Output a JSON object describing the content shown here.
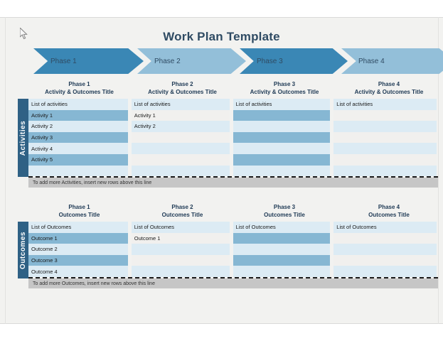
{
  "document": {
    "title": "Work Plan Template"
  },
  "phases": [
    {
      "label": "Phase 1",
      "tone": "dark"
    },
    {
      "label": "Phase 2",
      "tone": "light"
    },
    {
      "label": "Phase 3",
      "tone": "dark"
    },
    {
      "label": "Phase 4",
      "tone": "light"
    }
  ],
  "activities_section": {
    "side_label": "Activities",
    "column_headers": [
      {
        "line1": "Phase 1",
        "line2": "Activity & Outcomes Title"
      },
      {
        "line1": "Phase 2",
        "line2": "Activity & Outcomes Title"
      },
      {
        "line1": "Phase 3",
        "line2": "Activity & Outcomes Title"
      },
      {
        "line1": "Phase 4",
        "line2": "Activity & Outcomes Title"
      }
    ],
    "header_row": [
      "List of activities",
      "List of activities",
      "List of activities",
      "List of activities"
    ],
    "rows": [
      [
        "Activity 1",
        "Activity 1",
        "",
        ""
      ],
      [
        "Activity 2",
        "Activity 2",
        "",
        ""
      ],
      [
        "Activity 3",
        "",
        "",
        ""
      ],
      [
        "Activity 4",
        "",
        "",
        ""
      ],
      [
        "Activity 5",
        "",
        "",
        ""
      ],
      [
        "",
        "",
        "",
        ""
      ]
    ],
    "note": "To add more Activities, insert new rows above this line"
  },
  "outcomes_section": {
    "side_label": "Outcomes",
    "column_headers": [
      {
        "line1": "Phase 1",
        "line2": "Outcomes Title"
      },
      {
        "line1": "Phase 2",
        "line2": "Outcomes Title"
      },
      {
        "line1": "Phase 3",
        "line2": "Outcomes Title"
      },
      {
        "line1": "Phase 4",
        "line2": "Outcomes Title"
      }
    ],
    "header_row": [
      "List of Outcomes",
      "List of Outcomes",
      "List of Outcomes",
      "List of Outcomes"
    ],
    "rows": [
      [
        "Outcome 1",
        "Outcome 1",
        "",
        ""
      ],
      [
        "Outcome 2",
        "",
        "",
        ""
      ],
      [
        "Outcome 3",
        "",
        "",
        ""
      ],
      [
        "Outcome 4",
        "",
        "",
        ""
      ]
    ],
    "note": "To add more Outcomes, insert new rows above this line"
  },
  "colors": {
    "chevron_dark": "#3a87b5",
    "chevron_light": "#93bfd9",
    "side_tab": "#2f6185",
    "title_text": "#2f4b63",
    "band_medium": "#86b7d3",
    "band_light": "#dcebf4",
    "band_pale": "#f1f0ee",
    "note_bar": "#c6c6c6",
    "page_bg": "#f2f2f0"
  }
}
